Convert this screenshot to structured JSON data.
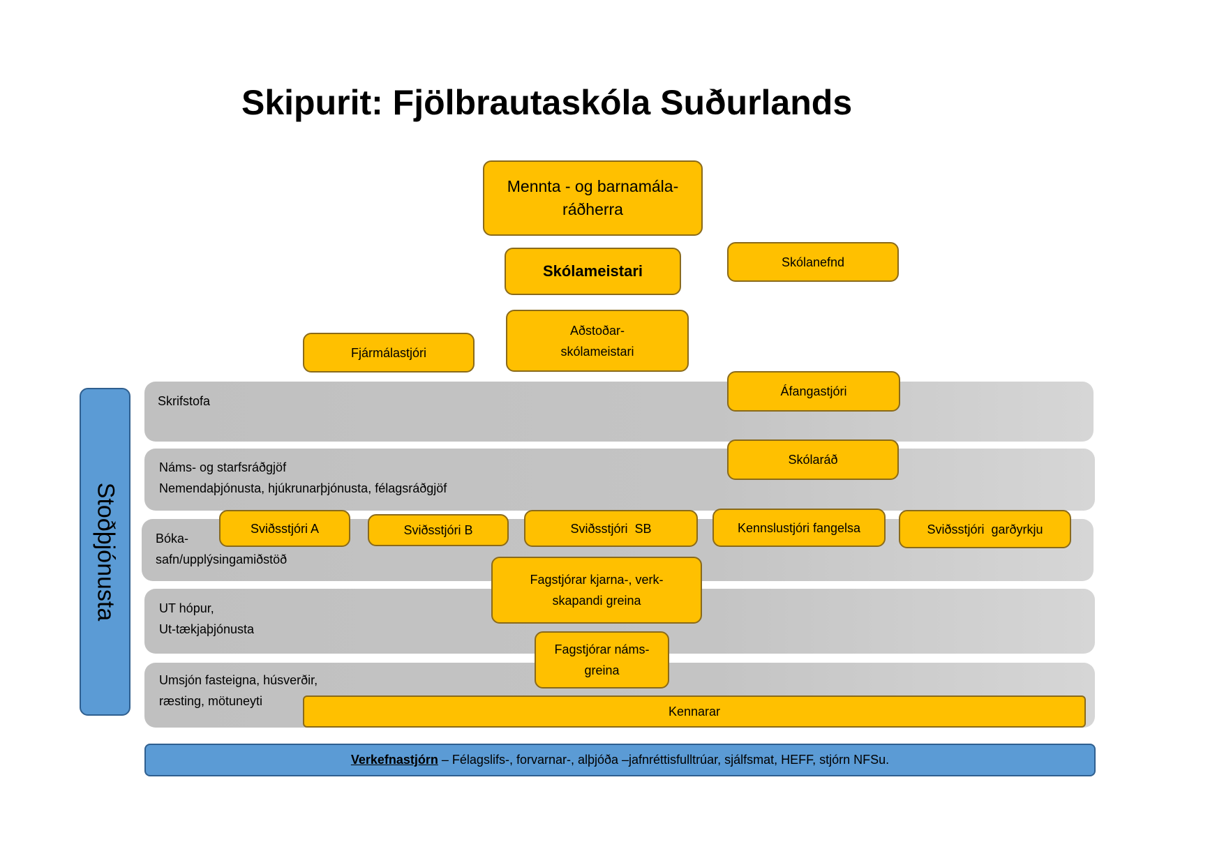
{
  "title": "Skipurit: Fjölbrautaskóla Suðurlands",
  "side_label": "Stoðþjónusta",
  "bands": {
    "skrifstofa": [
      "Skrifstofa"
    ],
    "radgjof": [
      "Náms- og starfsráðgjöf",
      "Nemendaþjónusta, hjúkrunarþjónusta, félagsráðgjöf"
    ],
    "bokasafn": [
      "Bóka-",
      "safn/upplýsingamiðstöð"
    ],
    "ut": [
      "UT hópur,",
      "Ut-tækjaþjónusta"
    ],
    "fasteignir": [
      "Umsjón fasteigna, húsverðir,",
      "ræsting, mötuneyti"
    ]
  },
  "boxes": {
    "radherra": [
      "Mennta - og barnamála-",
      "ráðherra"
    ],
    "skolameistari": [
      "Skólameistari"
    ],
    "skolanefnd": [
      "Skólanefnd"
    ],
    "fjarmalastjori": [
      "Fjármálastjóri"
    ],
    "adstodarskolameistari": [
      "Aðstoðar-",
      "skólameistari"
    ],
    "afangastjori": [
      "Áfangastjóri"
    ],
    "skolarad": [
      "Skólaráð"
    ],
    "svidsstjori_a": [
      "Sviðsstjóri A"
    ],
    "svidsstjori_b": [
      "Sviðsstjóri B"
    ],
    "svidsstjori_sb": [
      "Sviðsstjóri  SB"
    ],
    "kennslustjori_fangelsa": [
      "Kennslustjóri fangelsa"
    ],
    "svidsstjori_gardyrkju": [
      "Sviðsstjóri  garðyrkju"
    ],
    "fagstjorar_kjarna": [
      "Fagstjórar kjarna-, verk-",
      "skapandi greina"
    ],
    "fagstjorar_nams": [
      "Fagstjórar náms-",
      "greina"
    ],
    "kennarar": [
      "Kennarar"
    ]
  },
  "footer": {
    "lead": "Verkefnastjórn",
    "rest": " – Félagslifs-, forvarnar-, alþjóða –jafnréttisfulltrúar, sjálfsmat, HEFF, stjórn NFSu."
  },
  "colors": {
    "box_fill": "#ffc000",
    "box_border": "#8a6a1a",
    "band_fill": "#c4c4c4",
    "blue": "#5b9bd5"
  }
}
